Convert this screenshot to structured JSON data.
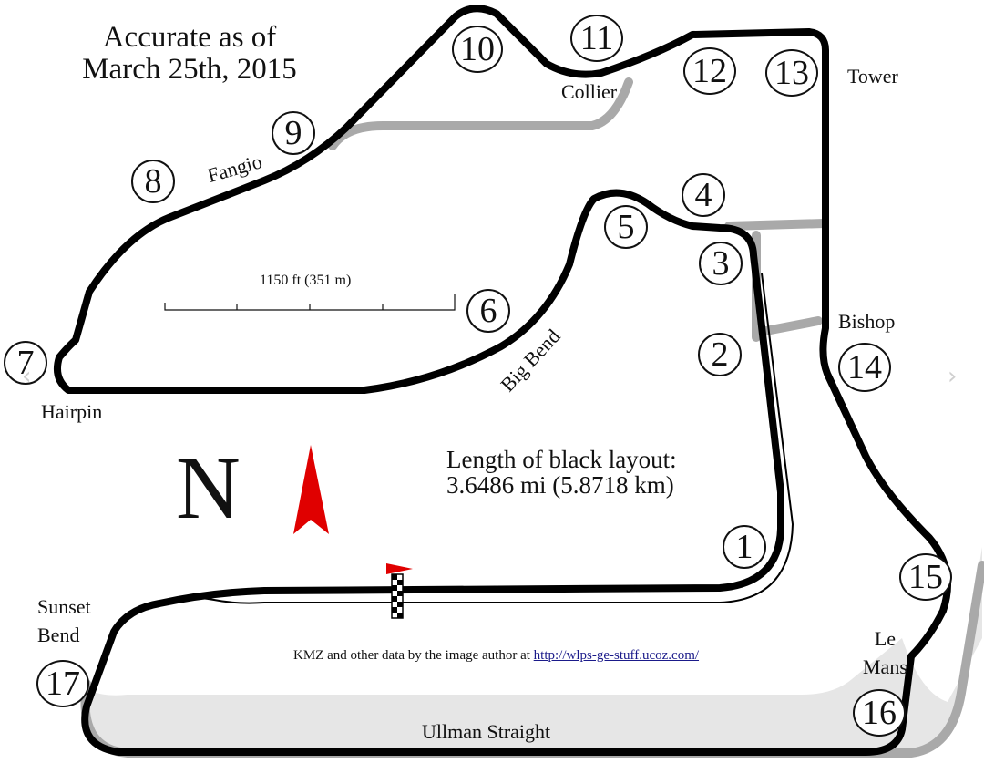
{
  "title_lines": [
    "Accurate as of",
    "March 25th, 2015"
  ],
  "length_lines": [
    "Length of black layout:",
    "3.6486 mi (5.8718 km)"
  ],
  "scale_label": "1150 ft (351 m)",
  "north_label": "N",
  "credit_text": "KMZ and other data by the image author at ",
  "credit_link": "http://wlps-ge-stuff.ucoz.com/",
  "corner_names": {
    "tower": "Tower",
    "collier": "Collier",
    "fangio": "Fangio",
    "hairpin": "Hairpin",
    "big_bend": "Big Bend",
    "bishop": "Bishop",
    "sunset_1": "Sunset",
    "sunset_2": "Bend",
    "le_mans_1": "Le",
    "le_mans_2": "Mans",
    "ullman": "Ullman Straight"
  },
  "turns": [
    "1",
    "2",
    "3",
    "4",
    "5",
    "6",
    "7",
    "8",
    "9",
    "10",
    "11",
    "12",
    "13",
    "14",
    "15",
    "16",
    "17"
  ],
  "nav": {
    "prev": "‹",
    "next": "›"
  },
  "colors": {
    "track": "#000000",
    "alt_track": "#a6a6a6",
    "north_arrow": "#e00000",
    "flag": "#e00000"
  }
}
